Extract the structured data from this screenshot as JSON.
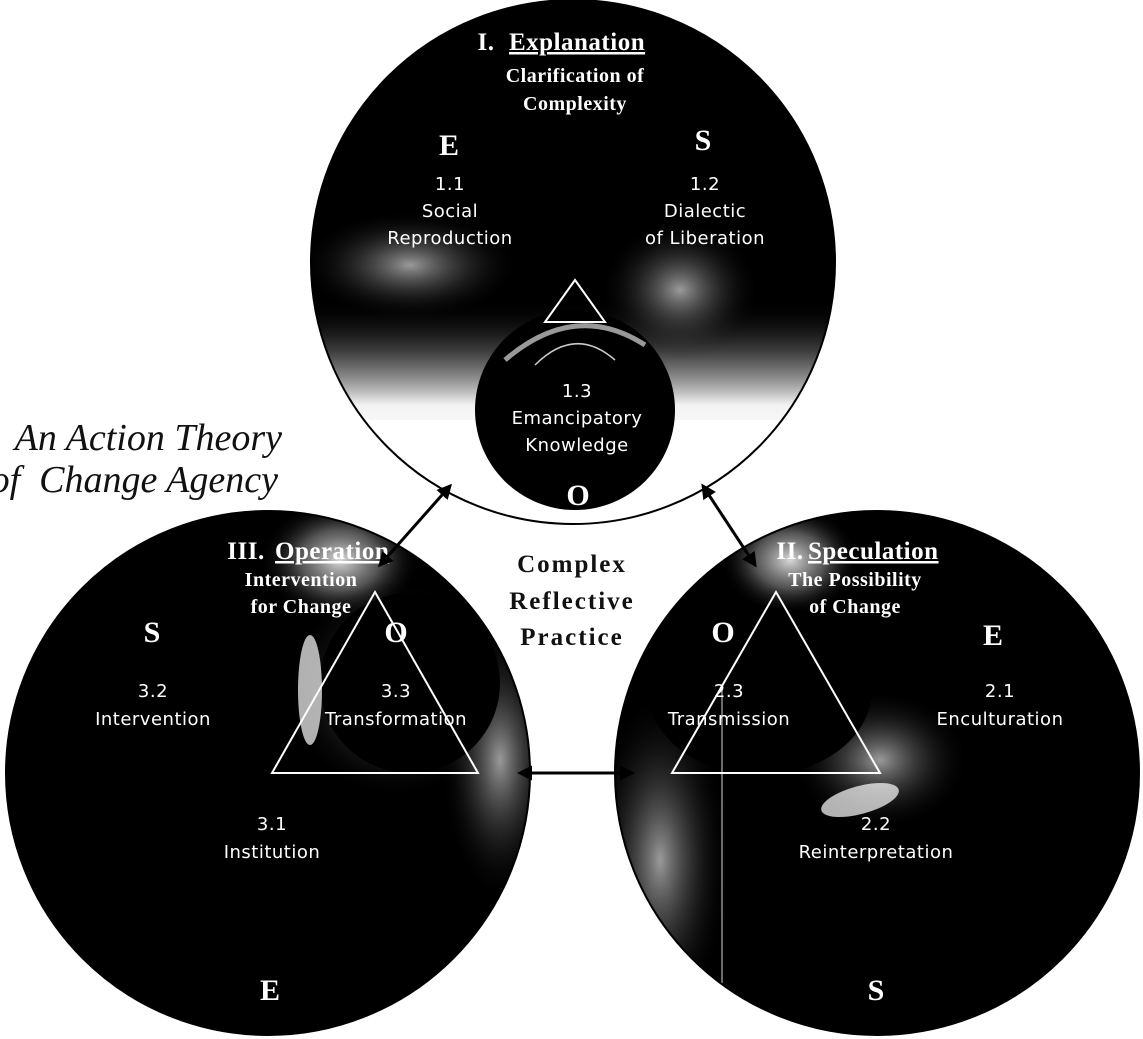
{
  "side_title": {
    "line1": "An Action Theory",
    "line2": "of  Change Agency"
  },
  "center": {
    "line1": "Complex",
    "line2": "Reflective",
    "line3": "Practice"
  },
  "circle_explanation": {
    "numeral": "I.",
    "heading": "Explanation",
    "sub1": "Clarification of",
    "sub2": "Complexity",
    "letter_left": "E",
    "letter_right": "S",
    "letter_bottom": "O",
    "item_1_1": {
      "num": "1.1",
      "line1": "Social",
      "line2": "Reproduction"
    },
    "item_1_2": {
      "num": "1.2",
      "line1": "Dialectic",
      "line2": "of Liberation"
    },
    "item_1_3": {
      "num": "1.3",
      "line1": "Emancipatory",
      "line2": "Knowledge"
    }
  },
  "circle_speculation": {
    "numeral": "II.",
    "heading": "Speculation",
    "sub1": "The Possibility",
    "sub2": "of Change",
    "letter_o": "O",
    "letter_e": "E",
    "letter_s": "S",
    "item_2_3": {
      "num": "2.3",
      "label": "Transmission"
    },
    "item_2_1": {
      "num": "2.1",
      "label": "Enculturation"
    },
    "item_2_2": {
      "num": "2.2",
      "label": "Reinterpretation"
    }
  },
  "circle_operation": {
    "numeral": "III.",
    "heading": "Operation",
    "sub1": "Intervention",
    "sub2": "for Change",
    "letter_s": "S",
    "letter_o": "O",
    "letter_e": "E",
    "item_3_2": {
      "num": "3.2",
      "label": "Intervention"
    },
    "item_3_3": {
      "num": "3.3",
      "label": "Transformation"
    },
    "item_3_1": {
      "num": "3.1",
      "label": "Institution"
    }
  }
}
